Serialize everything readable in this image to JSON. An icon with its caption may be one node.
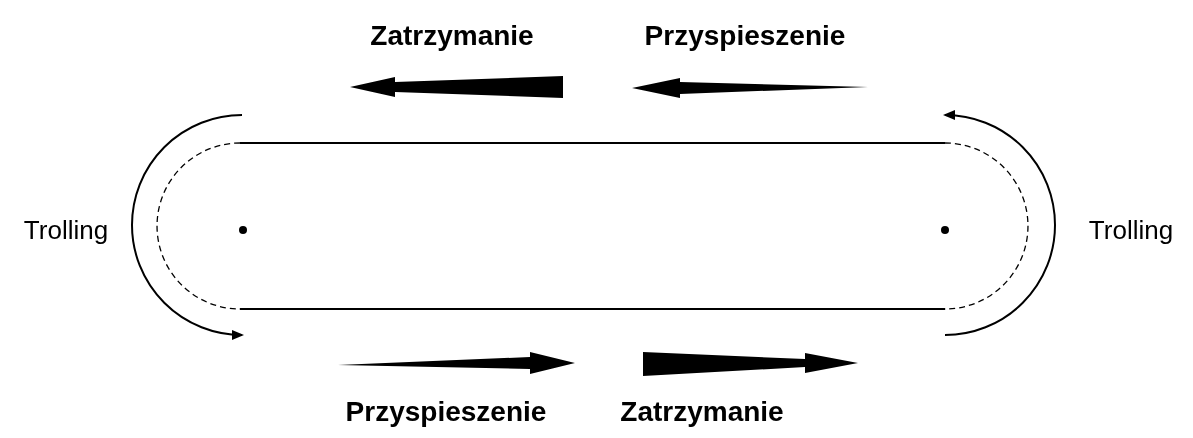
{
  "diagram": {
    "labels": [
      "Zatrzymanie",
      "Przyspieszenie",
      "Trolling",
      "Trolling",
      "Przyspieszenie",
      "Zatrzymanie"
    ]
  }
}
